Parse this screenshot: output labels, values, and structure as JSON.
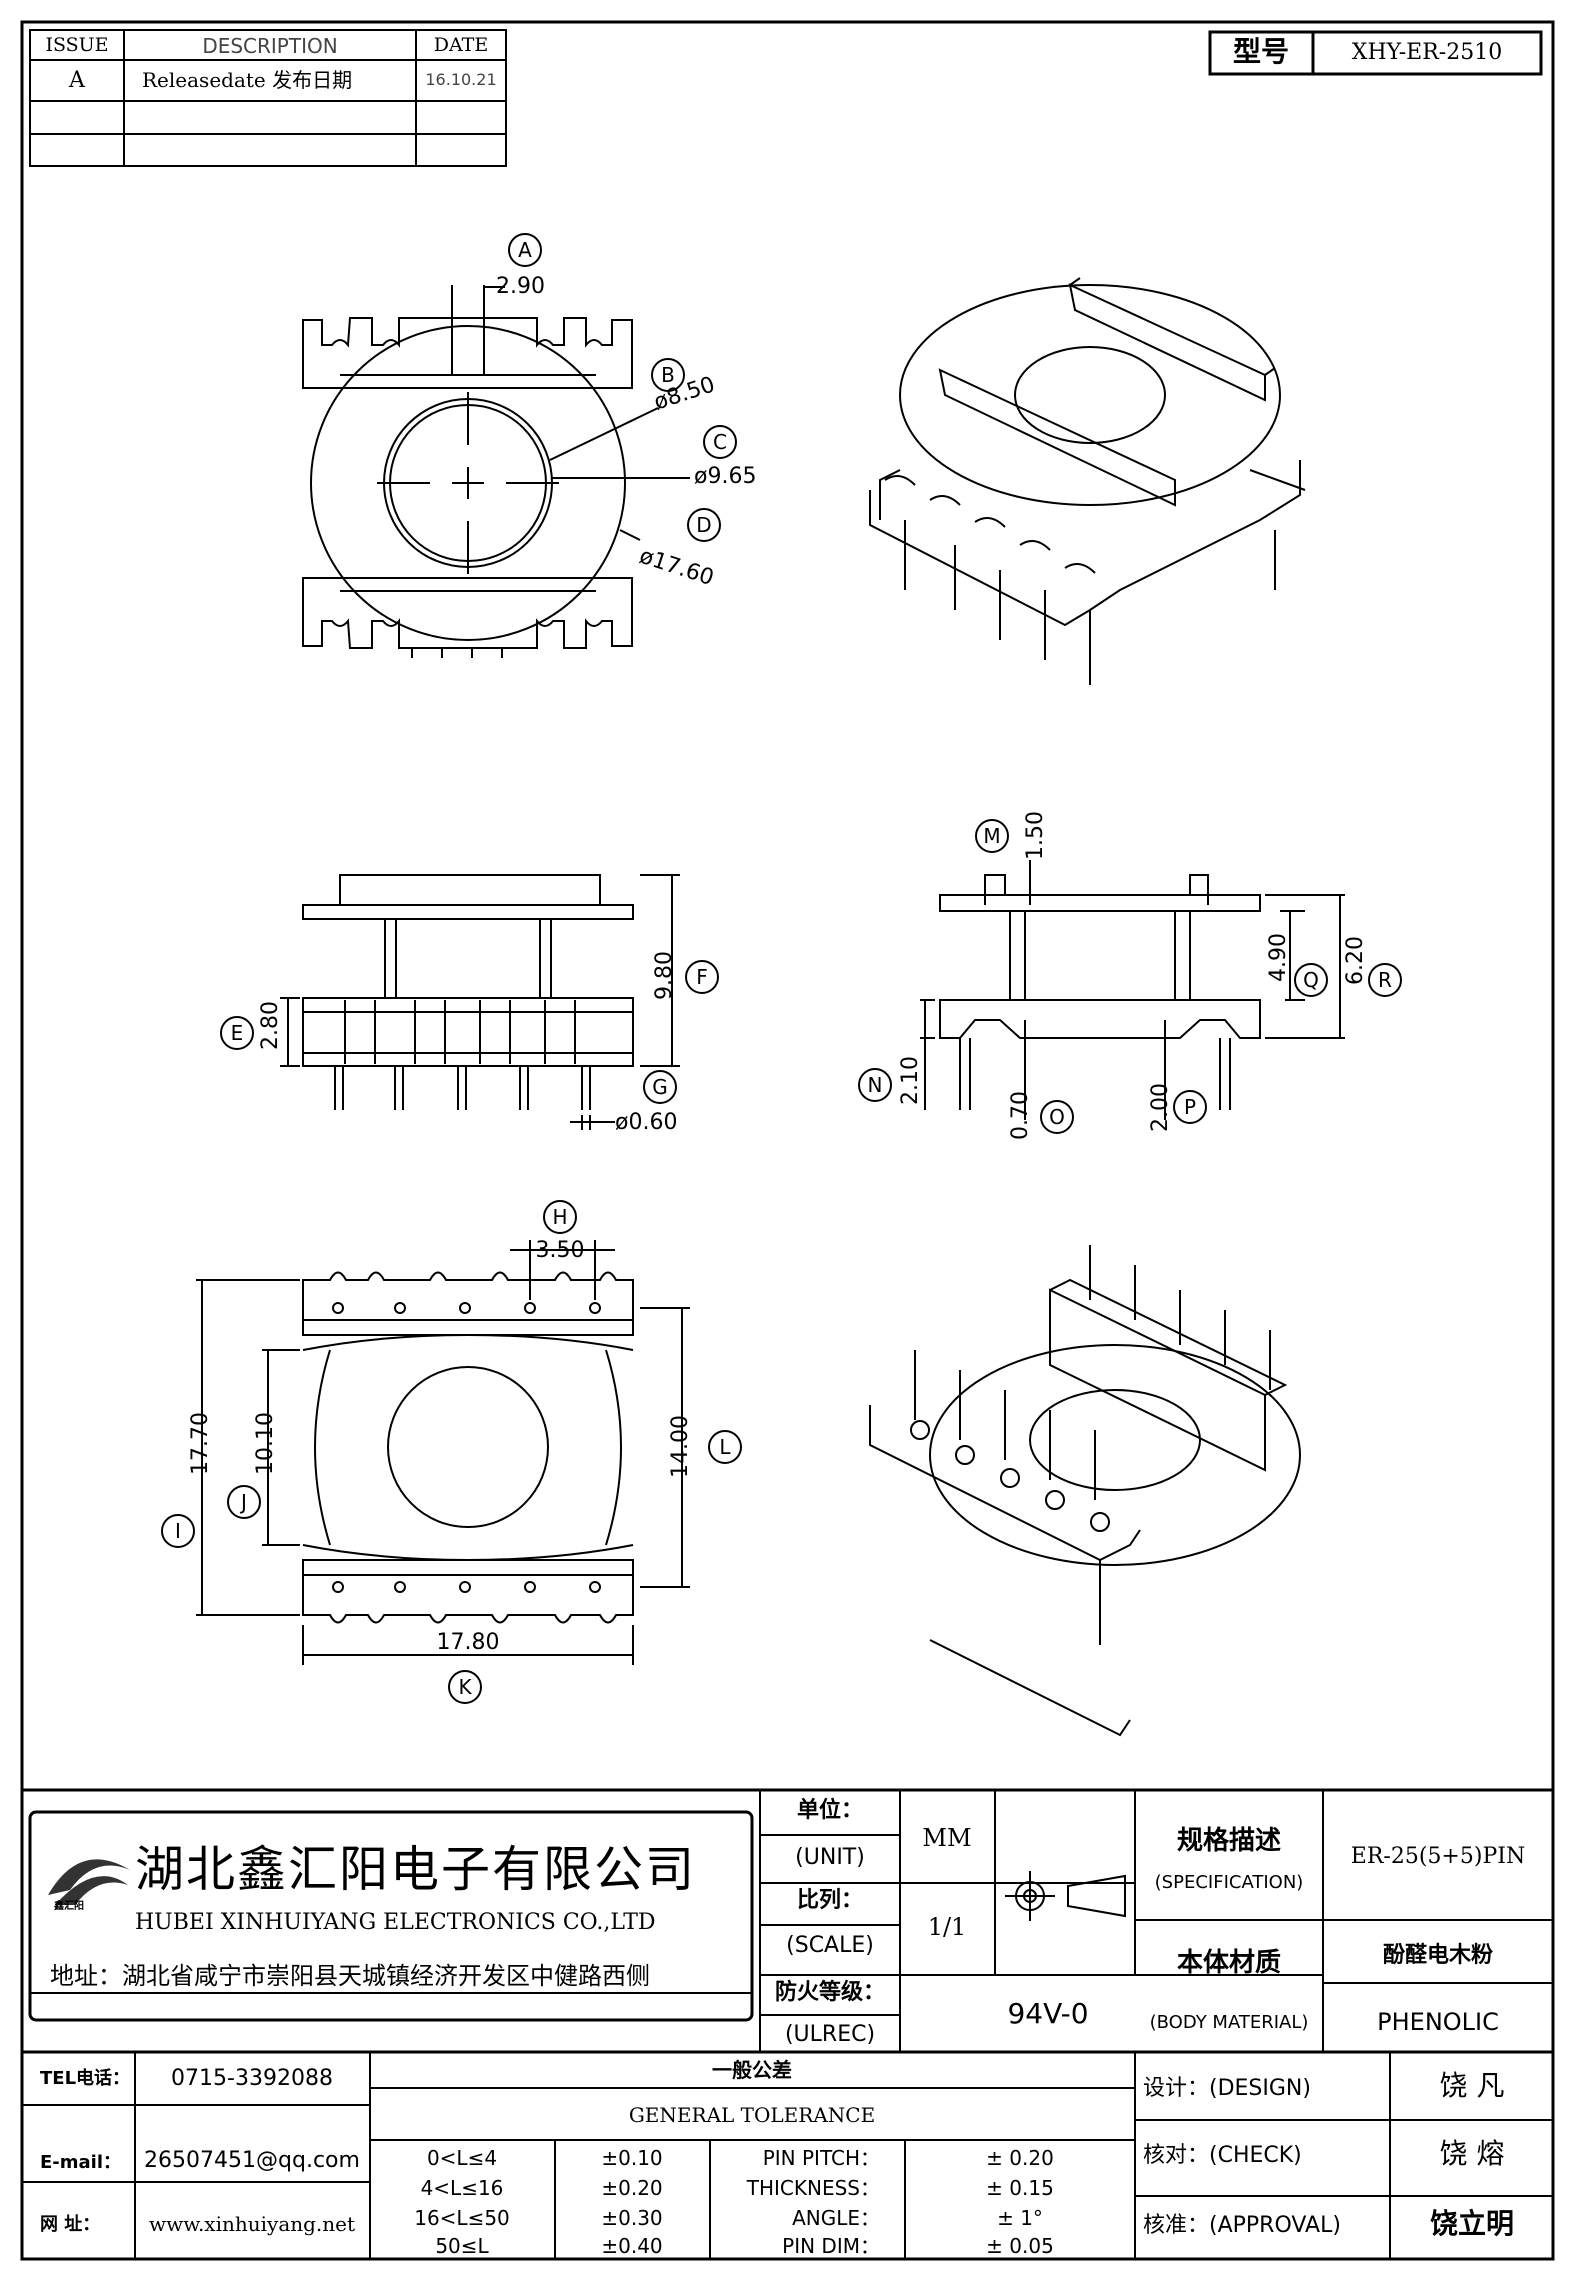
{
  "revision_table": {
    "headers": {
      "issue": "ISSUE",
      "description": "DESCRIPTION",
      "date": "DATE"
    },
    "rows": [
      {
        "issue": "A",
        "description": "Releasedate 发布日期",
        "date": "16.10.21"
      },
      {
        "issue": "",
        "description": "",
        "date": ""
      },
      {
        "issue": "",
        "description": "",
        "date": ""
      }
    ]
  },
  "model": {
    "label": "型号",
    "value": "XHY-ER-2510"
  },
  "top_view": {
    "A": {
      "letter": "A",
      "value": "2.90"
    },
    "B": {
      "letter": "B",
      "value": "ø8.50"
    },
    "C": {
      "letter": "C",
      "value": "ø9.65"
    },
    "D": {
      "letter": "D",
      "value": "ø17.60"
    }
  },
  "front_view": {
    "E": {
      "letter": "E",
      "value": "2.80"
    },
    "F": {
      "letter": "F",
      "value": "9.80"
    },
    "G": {
      "letter": "G",
      "value": "ø0.60"
    }
  },
  "side_view": {
    "M": {
      "letter": "M",
      "value": "1.50"
    },
    "N": {
      "letter": "N",
      "value": "2.10"
    },
    "O": {
      "letter": "O",
      "value": "0.70"
    },
    "P": {
      "letter": "P",
      "value": "2.00"
    },
    "Q": {
      "letter": "Q",
      "value": "4.90"
    },
    "R": {
      "letter": "R",
      "value": "6.20"
    }
  },
  "bottom_view": {
    "H": {
      "letter": "H",
      "value": "3.50"
    },
    "I": {
      "letter": "I",
      "value": "17.70"
    },
    "J": {
      "letter": "J",
      "value": "10.10"
    },
    "K": {
      "letter": "K",
      "value": "17.80"
    },
    "L": {
      "letter": "L",
      "value": "14.00"
    }
  },
  "company": {
    "name_cn": "湖北鑫汇阳电子有限公司",
    "name_en": "HUBEI XINHUIYANG ELECTRONICS CO.,LTD",
    "logo_text": "鑫汇阳",
    "address": "地址：湖北省咸宁市崇阳县天城镇经济开发区中健路西侧"
  },
  "title_block": {
    "unit_cn": "单位：",
    "unit_en": "(UNIT)",
    "unit_value": "MM",
    "scale_cn": "比列：",
    "scale_en": "(SCALE)",
    "scale_value": "1/1",
    "fire_cn": "防火等级：",
    "fire_en": "(ULREC)",
    "fire_value": "94V-0",
    "spec_cn": "规格描述",
    "spec_en": "(SPECIFICATION)",
    "spec_value": "ER-25(5+5)PIN",
    "material_cn": "本体材质",
    "material_en": "(BODY MATERIAL)",
    "material_value_cn": "酚醛电木粉",
    "material_value_en": "PHENOLIC"
  },
  "contact": {
    "tel_label": "TEL电话：",
    "tel": "0715-3392088",
    "email_label": "E-mail：",
    "email": "26507451@qq.com",
    "web_label": "网  址：",
    "web": "www.xinhuiyang.net"
  },
  "tolerance": {
    "title_cn": "一般公差",
    "title_en": "GENERAL TOLERANCE",
    "ranges": [
      {
        "range": "0<L≤4",
        "tol": "±0.10"
      },
      {
        "range": "4<L≤16",
        "tol": "±0.20"
      },
      {
        "range": "16<L≤50",
        "tol": "±0.30"
      },
      {
        "range": "50≤L",
        "tol": "±0.40"
      }
    ],
    "other": [
      {
        "name": "PIN PITCH：",
        "tol": "±  0.20"
      },
      {
        "name": "THICKNESS：",
        "tol": "±  0.15"
      },
      {
        "name": "ANGLE：",
        "tol": "±  1°"
      },
      {
        "name": "PIN DIM：",
        "tol": "±  0.05"
      }
    ]
  },
  "approvals": {
    "design_label": "设计：(DESIGN)",
    "design_name": "饶  凡",
    "check_label": "核对：(CHECK)",
    "check_name": "饶  熔",
    "approval_label": "核准：(APPROVAL)",
    "approval_name": "饶立明"
  }
}
